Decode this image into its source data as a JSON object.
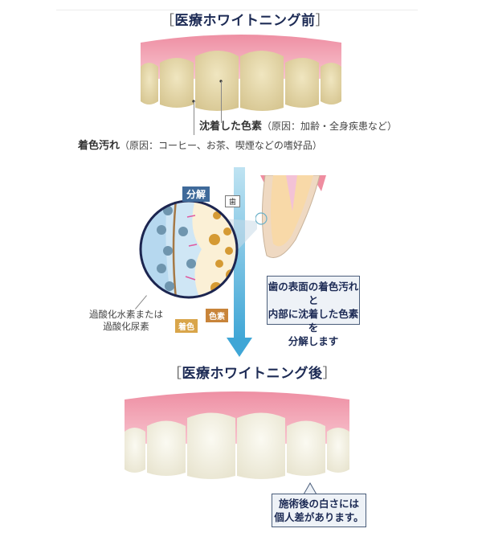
{
  "before": {
    "title_open": "［",
    "title": "医療ホワイトニング前",
    "title_close": "］",
    "label_deep_stain_main": "沈着した色素",
    "label_deep_stain_cause": "（原因：加齢・全身疾患など）",
    "label_surface_stain_main": "着色汚れ",
    "label_surface_stain_cause": "（原因：コーヒー、お茶、喫煙などの嗜好品）"
  },
  "process": {
    "decompose_label": "分解",
    "tooth_label": "歯",
    "agent_label_line1": "過酸化水素または",
    "agent_label_line2": "過酸化尿素",
    "stain_tag": "着色",
    "pigment_tag": "色素",
    "callout_line1": "歯の表面の着色汚れと",
    "callout_line2": "内部に沈着した色素を",
    "callout_line3": "分解します"
  },
  "after": {
    "title_open": "［",
    "title": "医療ホワイトニング後",
    "title_close": "］",
    "callout_line1": "施術後の白さには",
    "callout_line2": "個人差があります。"
  },
  "colors": {
    "heading": "#1d2b55",
    "gum": "#f0a0b0",
    "stained_tooth": "#e8dcae",
    "white_tooth": "#f6f4e8",
    "arrow": "#5ab4dc",
    "stain_tag": "#d9a54a",
    "pigment_tag": "#c8843a",
    "callout_border": "#4a5d7a",
    "callout_bg": "#eef2f7"
  }
}
